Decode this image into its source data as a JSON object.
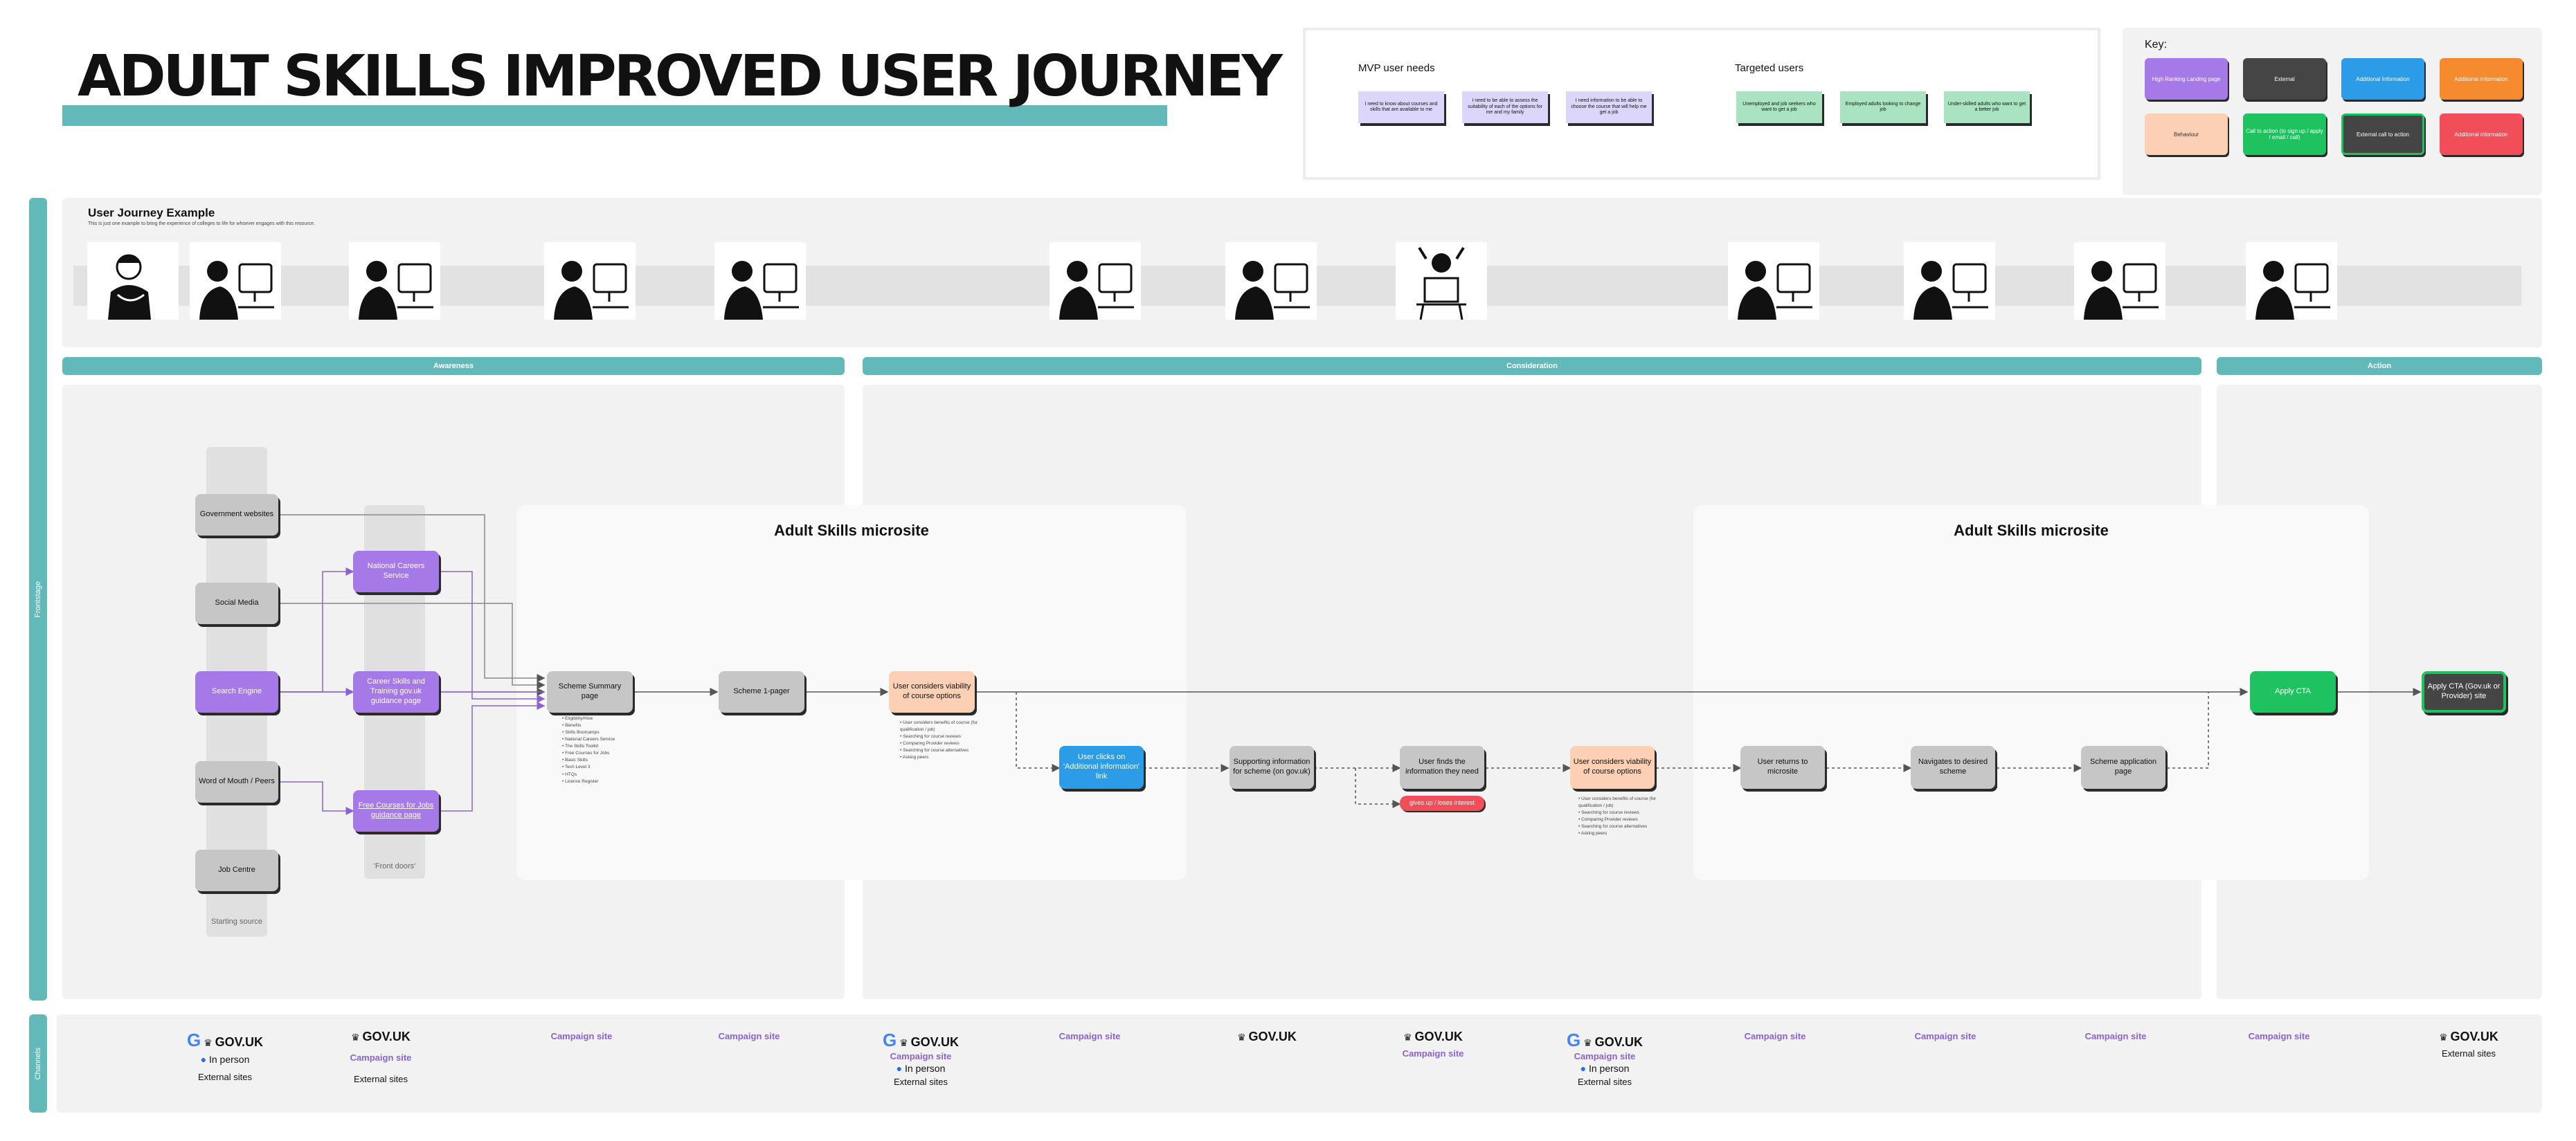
{
  "header": {
    "title": "ADULT SKILLS IMPROVED USER JOURNEY"
  },
  "needs": {
    "mvp_title": "MVP user needs",
    "targeted_title": "Targeted users",
    "mvp_notes": [
      "I need to know about courses and skills that are available to me",
      "I need to be able to assess the suitability of each of the options for me and my family",
      "I need information to be able to choose the course that will help me get a job"
    ],
    "targeted_notes": [
      "Unemployed and job seekers who want to get a job",
      "Employed adults looking to change job",
      "Under-skilled adults who want to get a better job"
    ]
  },
  "key": {
    "title": "Key:",
    "items": [
      {
        "label": "High Ranking Landing page",
        "color": "#a57ae8",
        "text": "#ffffff"
      },
      {
        "label": "External",
        "color": "#454545",
        "text": "#ffffff"
      },
      {
        "label": "Additional Information",
        "color": "#2c9be8",
        "text": "#ffffff"
      },
      {
        "label": "Additional Information",
        "color": "#f58a2e",
        "text": "#ffffff"
      },
      {
        "label": "Behaviour",
        "color": "#fcd0b4",
        "text": "#333333"
      },
      {
        "label": "Call to action (to sign up / apply / email / call)",
        "color": "#1ec25e",
        "text": "#ffffff"
      },
      {
        "label": "External call to action",
        "color": "#454545",
        "text": "#ffffff"
      },
      {
        "label": "Additional information",
        "color": "#f24e5a",
        "text": "#ffffff"
      }
    ]
  },
  "journey": {
    "title": "User Journey Example",
    "subtitle": "This is just one example to bring the experience of colleges to life for whoever engages with this resource."
  },
  "lanes": {
    "frontstage": "Frontstage",
    "channels": "Channels"
  },
  "stages": {
    "awareness": "Awareness",
    "consideration": "Consideration",
    "action": "Action"
  },
  "microsite": {
    "title": "Adult Skills microsite"
  },
  "sources": {
    "items": [
      "Government websites",
      "Social Media",
      "Search Engine",
      "Word of Mouth / Peers",
      "Job Centre"
    ],
    "label": "Starting source"
  },
  "front_doors": {
    "items": [
      "National Careers Service",
      "Career Skills and Training gov.uk guidance page",
      "Free Courses for Jobs guidance page"
    ],
    "label": "'Front doors'"
  },
  "flow": {
    "summary": "Scheme Summary page",
    "one_pager": "Scheme 1-pager",
    "considers1": "User considers viability of course options",
    "clicks_link": "User clicks on 'Additional information' link",
    "supporting": "Supporting information for scheme (on gov.uk)",
    "finds_info": "User finds the information they need",
    "gives_up": "gives up / loses interest",
    "considers2": "User considers viability of course options",
    "returns": "User returns to microsite",
    "navigates": "Navigates to desired scheme",
    "application": "Scheme application page",
    "apply_cta": "Apply CTA",
    "apply_external": "Apply CTA (Gov.uk or Provider) site"
  },
  "summary_bullets": [
    "Eligibility/How",
    "Benefits",
    "Skills Bootcamps",
    "National Careers Service",
    "The Skills Toolkit",
    "Free Courses for Jobs",
    "Basic Skills",
    "Tech Level 3",
    "HTQs",
    "License Register"
  ],
  "considers_bullets": [
    "User considers benefits of course (for qualification / job)",
    "Searching for course reviews",
    "Comparing Provider reviews",
    "Searching for course alternatives",
    "Asking peers"
  ],
  "channels": [
    {
      "google": true,
      "gov": "GOV.UK",
      "in_person": "In person",
      "external": "External sites"
    },
    {
      "gov": "GOV.UK",
      "campaign": "Campaign site",
      "external": "External sites"
    },
    {
      "campaign": "Campaign site"
    },
    {
      "campaign": "Campaign site"
    },
    {
      "google": true,
      "gov": "GOV.UK",
      "campaign": "Campaign site",
      "in_person": "In person",
      "external": "External sites"
    },
    {
      "campaign": "Campaign site"
    },
    {
      "gov": "GOV.UK"
    },
    {
      "gov": "GOV.UK",
      "campaign": "Campaign site"
    },
    {
      "google": true,
      "gov": "GOV.UK",
      "campaign": "Campaign site",
      "in_person": "In person",
      "external": "External sites"
    },
    {
      "campaign": "Campaign site"
    },
    {
      "campaign": "Campaign site"
    },
    {
      "campaign": "Campaign site"
    },
    {
      "campaign": "Campaign site"
    },
    {
      "gov": "GOV.UK",
      "external": "External sites"
    }
  ],
  "colors": {
    "teal": "#63b8b8",
    "purple": "#a57ae8",
    "grey_node": "#c6c6c6",
    "peach": "#fcd0b4",
    "blue": "#2c9be8",
    "green": "#1ec25e",
    "red": "#f24e5a",
    "dark": "#454545"
  },
  "icons": {
    "crown": "crown-icon",
    "google": "google-logo-icon",
    "person": "person-icon",
    "user_at_computer": "person-at-computer-illustration",
    "thinking_user": "thinking-user-illustration",
    "stressed_user": "stressed-user-illustration"
  }
}
